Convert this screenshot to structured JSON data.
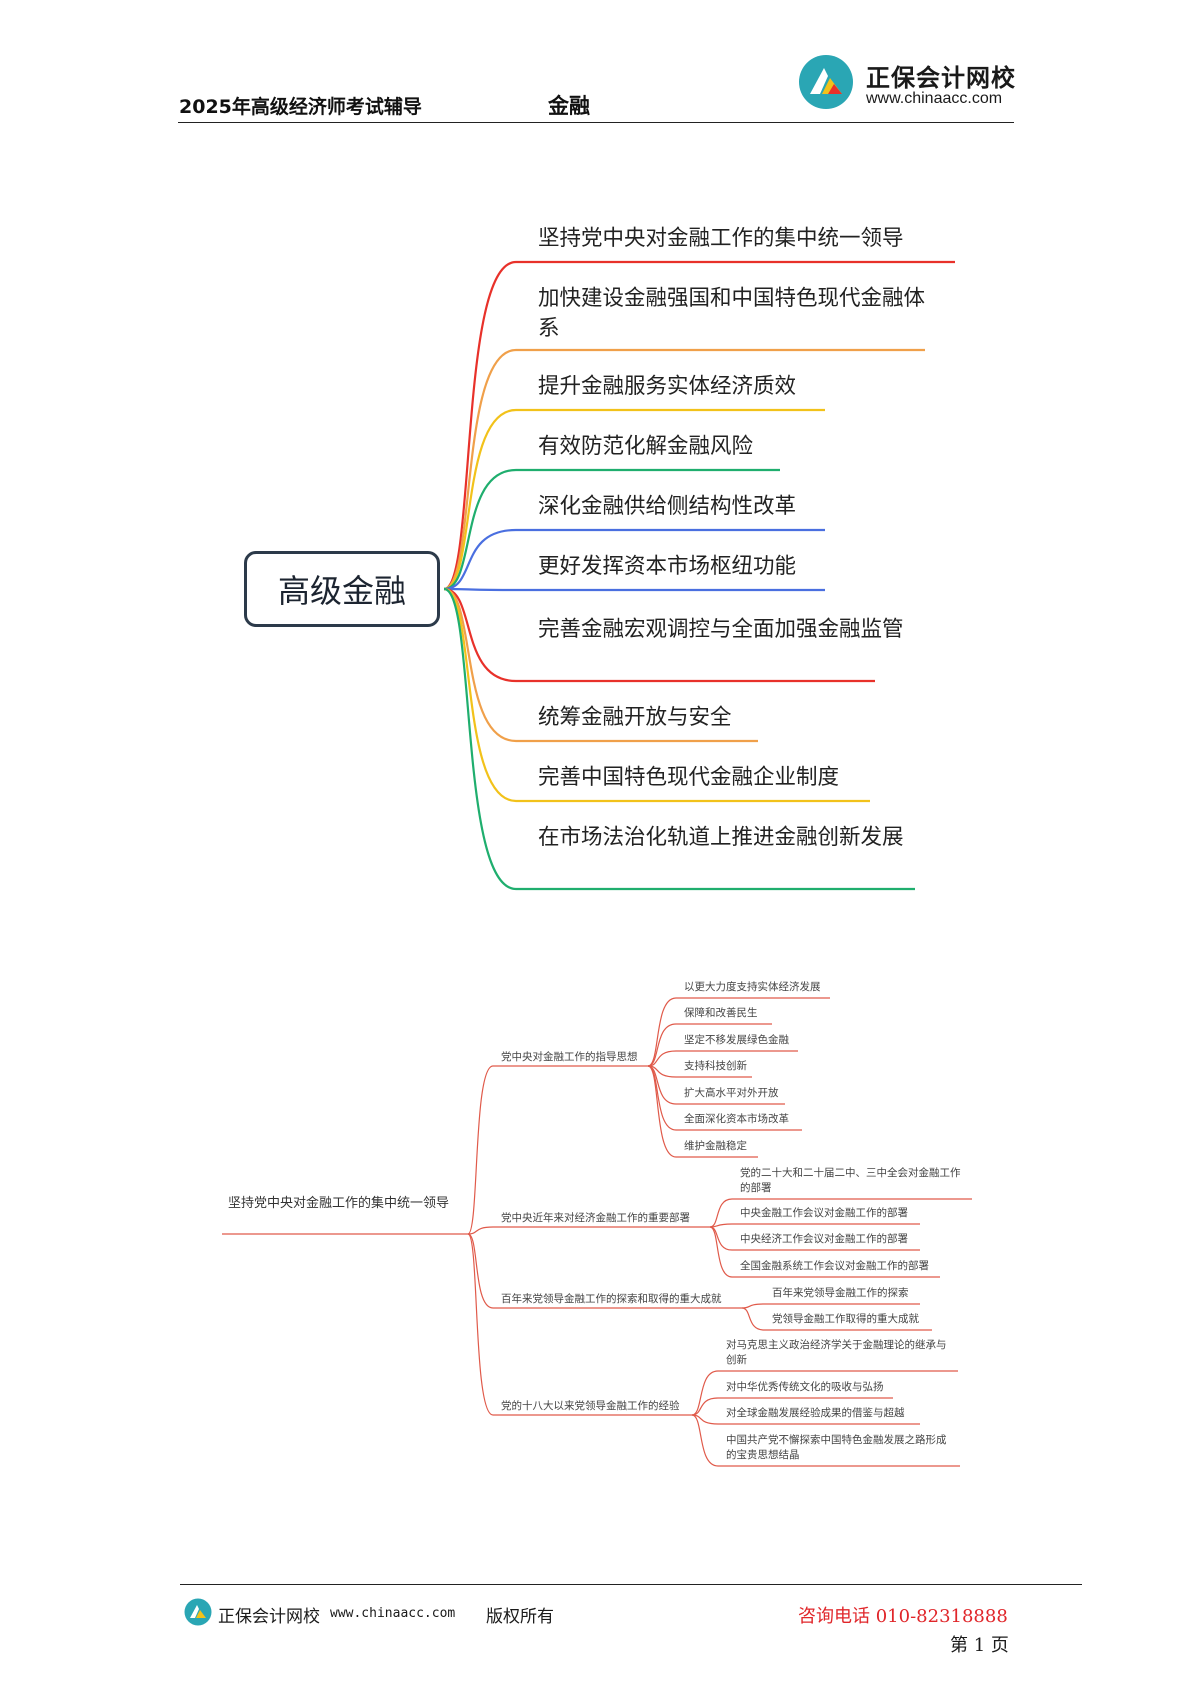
{
  "header": {
    "title": "2025年高级经济师考试辅导",
    "subject": "金融",
    "brand_name": "正保会计网校",
    "brand_url": "www.chinaacc.com"
  },
  "mindmap_main": {
    "root": "高级金融",
    "branches": [
      "坚持党中央对金融工作的集中统一领导",
      "加快建设金融强国和中国特色现代金融体系",
      "提升金融服务实体经济质效",
      "有效防范化解金融风险",
      "深化金融供给侧结构性改革",
      "更好发挥资本市场枢纽功能",
      "完善金融宏观调控与全面加强金融监管",
      "统筹金融开放与安全",
      "完善中国特色现代金融企业制度",
      "在市场法治化轨道上推进金融创新发展"
    ]
  },
  "mindmap_detail": {
    "root": "坚持党中央对金融工作的集中统一领导",
    "branches": [
      {
        "label": "党中央对金融工作的指导思想",
        "children": [
          "以更大力度支持实体经济发展",
          "保障和改善民生",
          "坚定不移发展绿色金融",
          "支持科技创新",
          "扩大高水平对外开放",
          "全面深化资本市场改革",
          "维护金融稳定"
        ]
      },
      {
        "label": "党中央近年来对经济金融工作的重要部署",
        "children": [
          "党的二十大和二十届二中、三中全会对金融工作的部署",
          "中央金融工作会议对金融工作的部署",
          "中央经济工作会议对金融工作的部署",
          "全国金融系统工作会议对金融工作的部署"
        ]
      },
      {
        "label": "百年来党领导金融工作的探索和取得的重大成就",
        "children": [
          "百年来党领导金融工作的探索",
          "党领导金融工作取得的重大成就"
        ]
      },
      {
        "label": "党的十八大以来党领导金融工作的经验",
        "children": [
          "对马克思主义政治经济学关于金融理论的继承与创新",
          "对中华优秀传统文化的吸收与弘扬",
          "对全球金融发展经验成果的借鉴与超越",
          "中国共产党不懈探索中国特色金融发展之路形成的宝贵思想结晶"
        ]
      }
    ]
  },
  "colors": {
    "branch_palette": [
      "#e8312a",
      "#f0a04a",
      "#f2c21a",
      "#1fae6e",
      "#4a6fe0",
      "#4a6fe0",
      "#e8312a",
      "#f0a04a",
      "#f2c21a",
      "#1fae6e"
    ],
    "detail_line": "#e05a4a",
    "logo_teal": "#2aa6b4",
    "hotline_red": "#e0262a"
  },
  "footer": {
    "brand": "正保会计网校",
    "url": "www.chinaacc.com",
    "rights": "版权所有",
    "hotline": "咨询电话 010-82318888",
    "page": "第 1 页"
  }
}
